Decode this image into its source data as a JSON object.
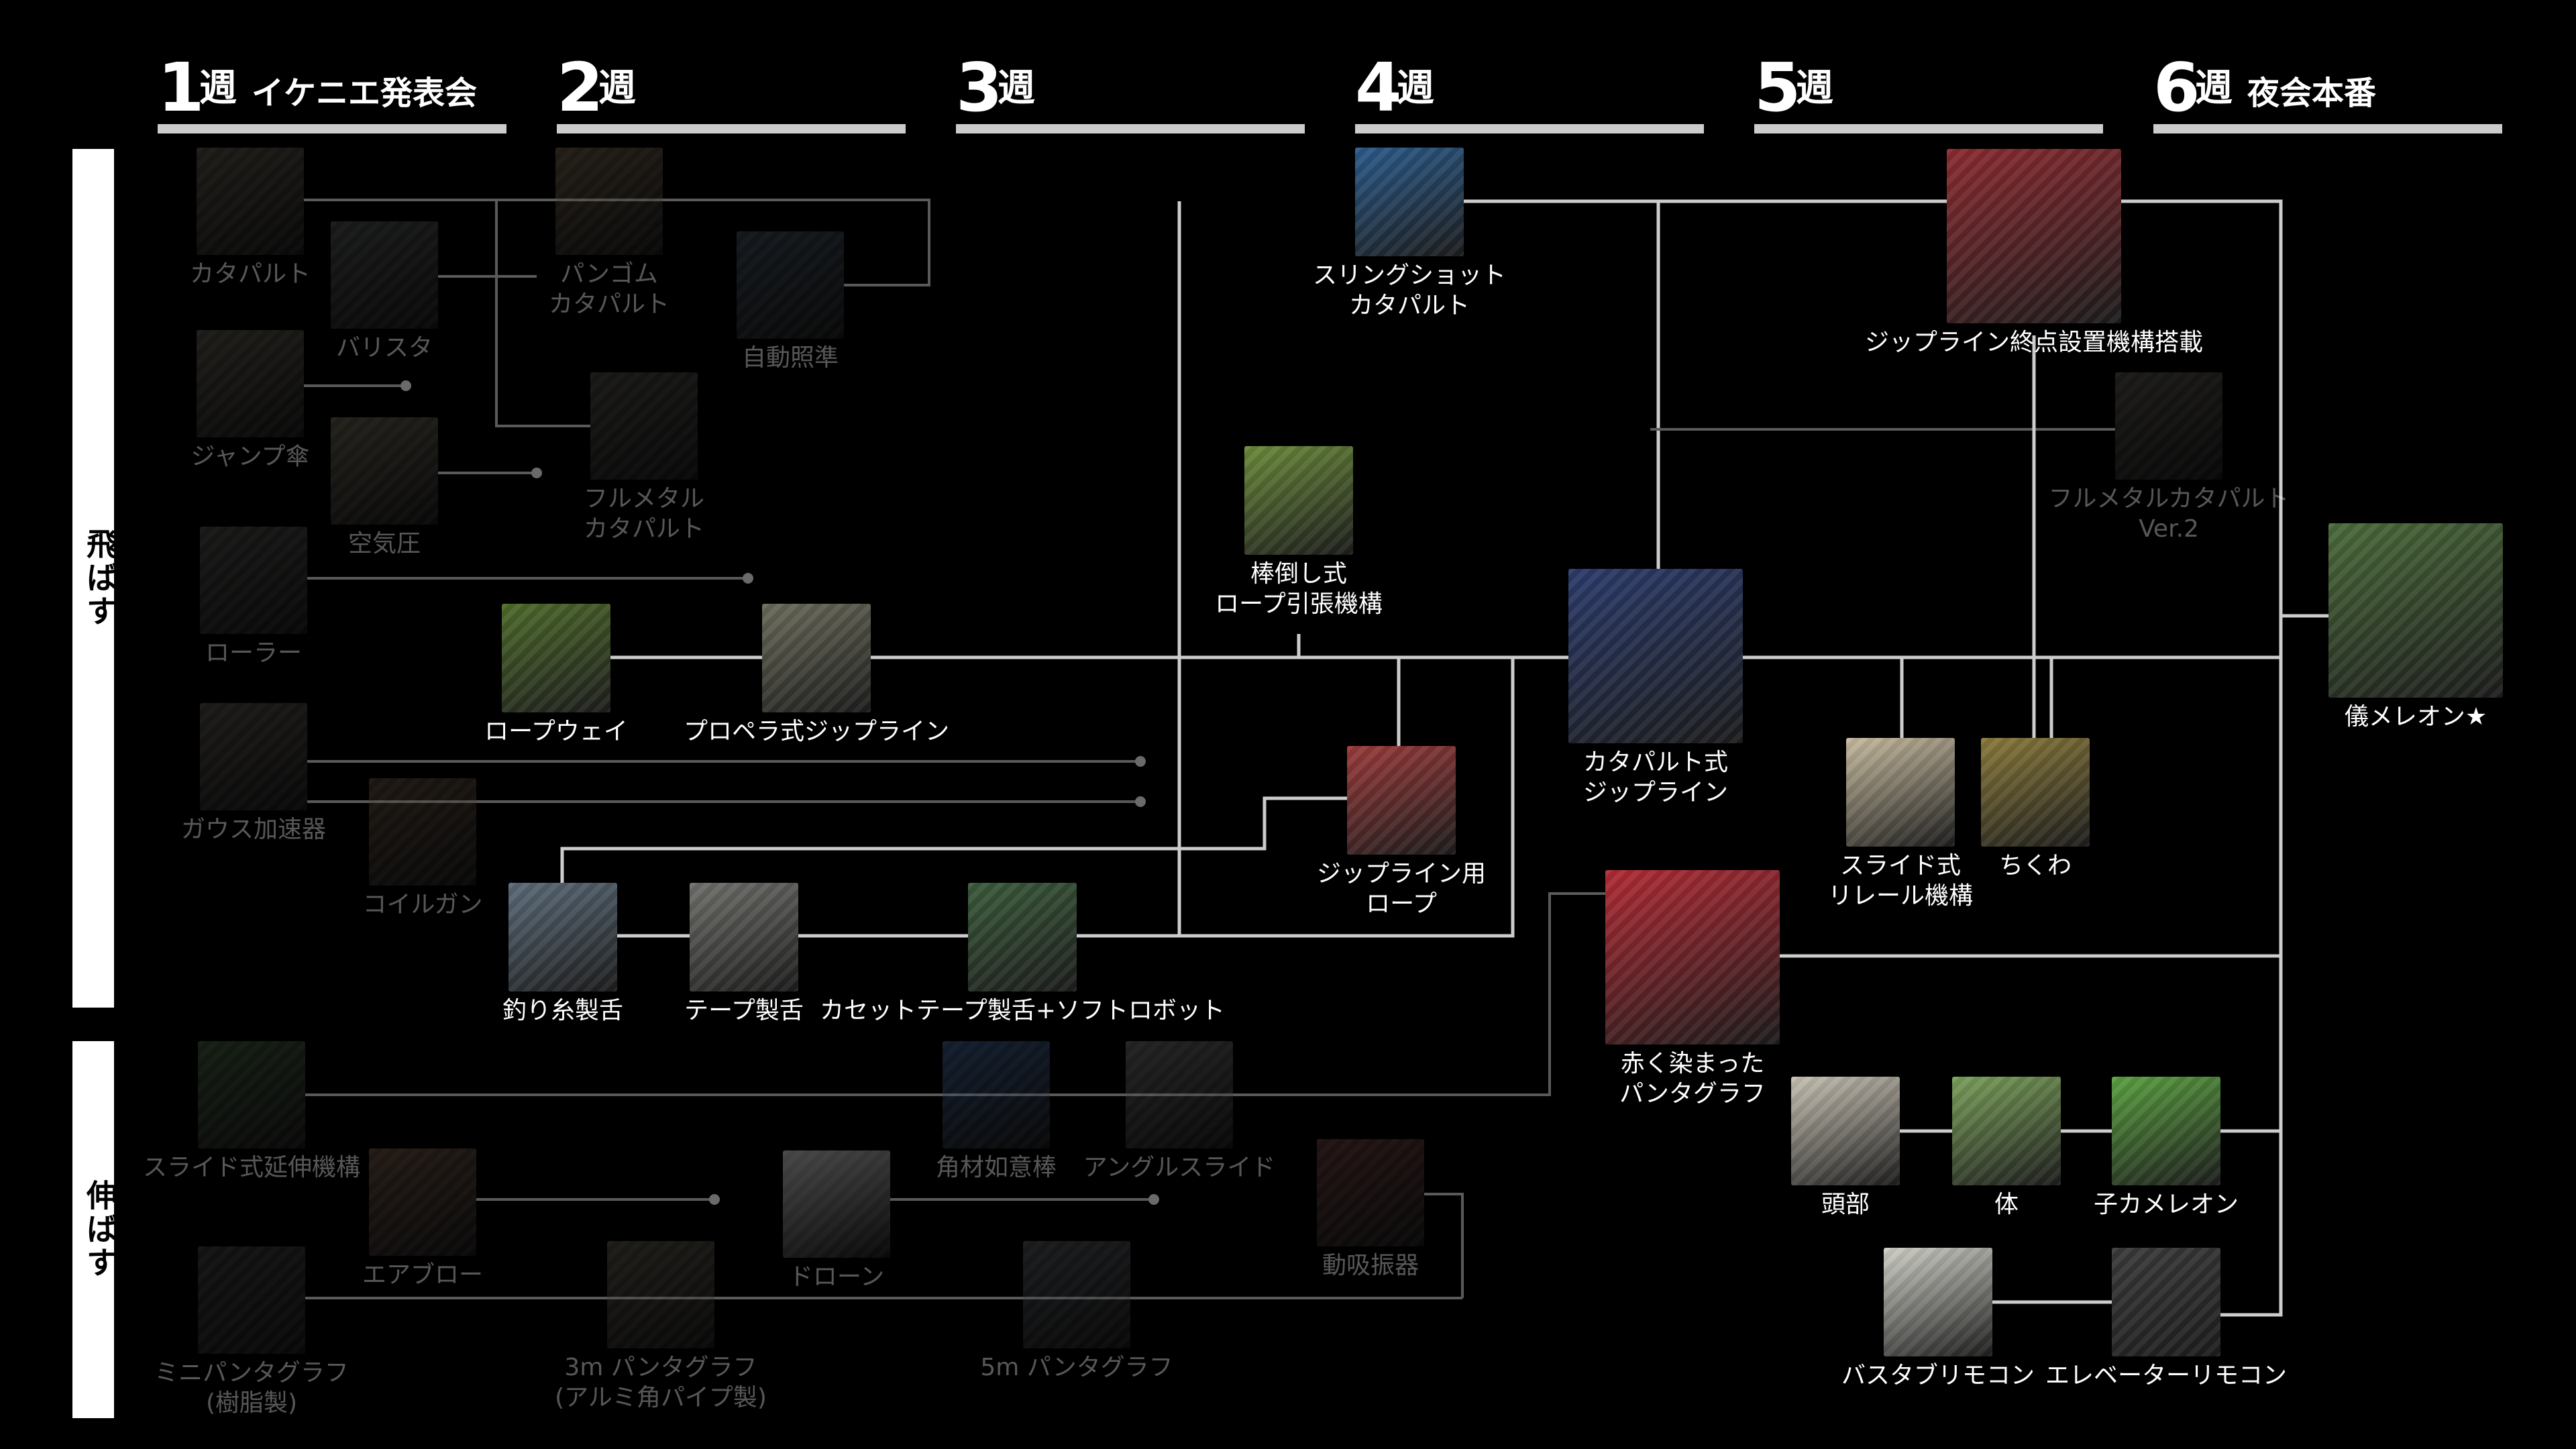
{
  "weeks": [
    {
      "num": "1",
      "unit": "週",
      "sub": "イケニエ発表会"
    },
    {
      "num": "2",
      "unit": "週",
      "sub": ""
    },
    {
      "num": "3",
      "unit": "週",
      "sub": ""
    },
    {
      "num": "4",
      "unit": "週",
      "sub": ""
    },
    {
      "num": "5",
      "unit": "週",
      "sub": ""
    },
    {
      "num": "6",
      "unit": "週",
      "sub": "夜会本番"
    }
  ],
  "categories": {
    "fly": "飛ばす",
    "extend": "伸ばす"
  },
  "colors": {
    "background": "#000000",
    "line": "#cccccc",
    "week_bar": "#cccccc",
    "category_bg": "#ffffff"
  },
  "nodes": [
    {
      "id": "catapult",
      "lines": [
        "カタパルト"
      ],
      "active": false
    },
    {
      "id": "ballista",
      "lines": [
        "バリスタ"
      ],
      "active": false
    },
    {
      "id": "pangomu",
      "lines": [
        "パンゴム",
        "カタパルト"
      ],
      "active": false
    },
    {
      "id": "autoaim",
      "lines": [
        "自動照準"
      ],
      "active": false
    },
    {
      "id": "jumpumbrella",
      "lines": [
        "ジャンプ傘"
      ],
      "active": false
    },
    {
      "id": "airpressure",
      "lines": [
        "空気圧"
      ],
      "active": false
    },
    {
      "id": "fullmetal",
      "lines": [
        "フルメタル",
        "カタパルト"
      ],
      "active": false
    },
    {
      "id": "roller",
      "lines": [
        "ローラー"
      ],
      "active": false
    },
    {
      "id": "gauss",
      "lines": [
        "ガウス加速器"
      ],
      "active": false
    },
    {
      "id": "coilgun",
      "lines": [
        "コイルガン"
      ],
      "active": false
    },
    {
      "id": "ropeway",
      "lines": [
        "ロープウェイ"
      ],
      "active": true
    },
    {
      "id": "propeller",
      "lines": [
        "プロペラ式ジップライン"
      ],
      "active": true
    },
    {
      "id": "fishing",
      "lines": [
        "釣り糸製舌"
      ],
      "active": true
    },
    {
      "id": "tape",
      "lines": [
        "テープ製舌"
      ],
      "active": true
    },
    {
      "id": "cassette",
      "lines": [
        "カセットテープ製舌+ソフトロボット"
      ],
      "active": true
    },
    {
      "id": "slingshot",
      "lines": [
        "スリングショット",
        "カタパルト"
      ],
      "active": true
    },
    {
      "id": "stickfall",
      "lines": [
        "棒倒し式",
        "ロープ引張機構"
      ],
      "active": true
    },
    {
      "id": "ziprope",
      "lines": [
        "ジップライン用",
        "ロープ"
      ],
      "active": true
    },
    {
      "id": "catazip",
      "lines": [
        "カタパルト式",
        "ジップライン"
      ],
      "active": true
    },
    {
      "id": "zipend",
      "lines": [
        "ジップライン終点設置機構搭載"
      ],
      "active": true
    },
    {
      "id": "fullmetal2",
      "lines": [
        "フルメタルカタパルト",
        "Ver.2"
      ],
      "active": false
    },
    {
      "id": "slide",
      "lines": [
        "スライド式",
        "リレール機構"
      ],
      "active": true
    },
    {
      "id": "chikuwa",
      "lines": [
        "ちくわ"
      ],
      "active": true
    },
    {
      "id": "gimeleon",
      "lines": [
        "儀メレオン★"
      ],
      "active": true
    },
    {
      "id": "slideext",
      "lines": [
        "スライド式延伸機構"
      ],
      "active": false
    },
    {
      "id": "airblow",
      "lines": [
        "エアブロー"
      ],
      "active": false
    },
    {
      "id": "minipanta",
      "lines": [
        "ミニパンタグラフ",
        "(樹脂製)"
      ],
      "active": false
    },
    {
      "id": "panta3m",
      "lines": [
        "3m パンタグラフ",
        "(アルミ角パイプ製)"
      ],
      "active": false
    },
    {
      "id": "drone",
      "lines": [
        "ドローン"
      ],
      "active": false
    },
    {
      "id": "kakuzai",
      "lines": [
        "角材如意棒"
      ],
      "active": false
    },
    {
      "id": "angle",
      "lines": [
        "アングルスライド"
      ],
      "active": false
    },
    {
      "id": "panta5m",
      "lines": [
        "5m パンタグラフ"
      ],
      "active": false
    },
    {
      "id": "damper",
      "lines": [
        "動吸振器"
      ],
      "active": false
    },
    {
      "id": "redpanta",
      "lines": [
        "赤く染まった",
        "パンタグラフ"
      ],
      "active": true
    },
    {
      "id": "head",
      "lines": [
        "頭部"
      ],
      "active": true
    },
    {
      "id": "body",
      "lines": [
        "体"
      ],
      "active": true
    },
    {
      "id": "kochameleon",
      "lines": [
        "子カメレオン"
      ],
      "active": true
    },
    {
      "id": "bathremote",
      "lines": [
        "バスタブリモコン"
      ],
      "active": true
    },
    {
      "id": "elevremote",
      "lines": [
        "エレベーターリモコン"
      ],
      "active": true
    }
  ]
}
